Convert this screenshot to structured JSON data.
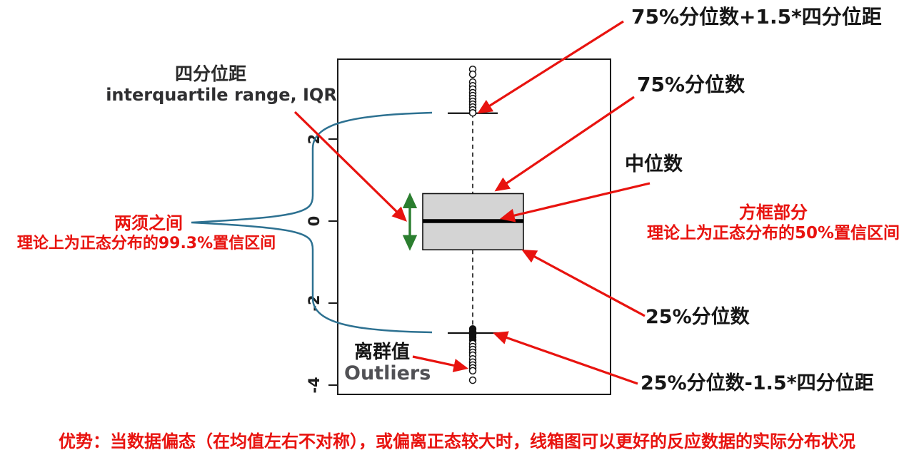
{
  "figure": {
    "labels": {
      "iqr_zh": "四分位距",
      "iqr_en": "interquartile range, IQR",
      "whiskers_zh": "两须之间",
      "whiskers_desc": "理论上为正态分布的99.3%置信区间",
      "upper_fence": "75%分位数+1.5*四分位距",
      "q3": "75%分位数",
      "median": "中位数",
      "box_zh": "方框部分",
      "box_desc": "理论上为正态分布的50%置信区间",
      "q1": "25%分位数",
      "lower_fence": "25%分位数-1.5*四分位距",
      "outliers_zh": "离群值",
      "outliers_en": "Outliers"
    },
    "footer": "优势：当数据偏态（在均值左右不对称），或偏离正态较大时，线箱图可以更好的反应数据的实际分布状况",
    "colors": {
      "annotation_red": "#e8130f",
      "brace_blue": "#2d7191",
      "iqr_arrow_green": "#2b7e2f",
      "box_fill": "#d4d4d4",
      "outliers_gray": "#515155",
      "text_black": "#161616"
    }
  },
  "chart_data": {
    "type": "boxplot",
    "orientation": "vertical",
    "title": "",
    "xlabel": "",
    "ylabel": "",
    "grid": false,
    "yticks": [
      "2",
      "0",
      "-2",
      "-4"
    ],
    "ytick_values": [
      2,
      0,
      -2,
      -4
    ],
    "ylim": [
      -4.35,
      3.95
    ],
    "stats": {
      "median": 0.0,
      "q1": -0.7,
      "q3": 0.67,
      "whisker_low": -2.73,
      "whisker_high": 2.63
    },
    "outliers_high": [
      3.7,
      3.58,
      3.39,
      3.3,
      3.22,
      3.13,
      3.06,
      2.99,
      2.92,
      2.85,
      2.78,
      2.71,
      2.64
    ],
    "outliers_low": [
      -2.63,
      -2.7,
      -2.77,
      -2.83,
      -2.9,
      -2.99,
      -3.06,
      -3.13,
      -3.2,
      -3.27,
      -3.36,
      -3.44,
      -3.51,
      -3.58,
      -3.65,
      -3.88
    ]
  }
}
